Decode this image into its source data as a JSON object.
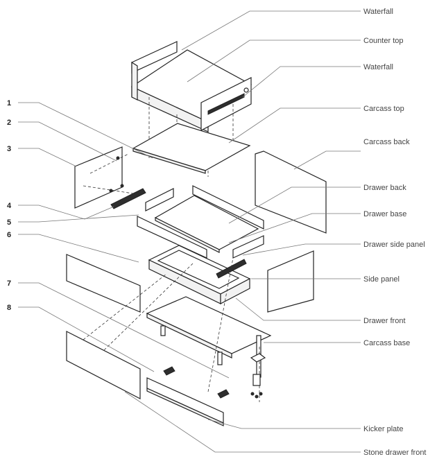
{
  "labels": {
    "waterfall_top": "Waterfall",
    "counter_top": "Counter top",
    "waterfall_right": "Waterfall",
    "carcass_top": "Carcass top",
    "carcass_back": "Carcass back",
    "drawer_back": "Drawer back",
    "drawer_base": "Drawer base",
    "drawer_side_panel": "Drawer side panel",
    "side_panel": "Side panel",
    "drawer_front": "Drawer front",
    "carcass_base": "Carcass base",
    "kicker_plate": "Kicker plate",
    "stone_drawer_front": "Stone drawer front"
  },
  "numbers": [
    "1",
    "2",
    "3",
    "4",
    "5",
    "6",
    "7",
    "8"
  ]
}
